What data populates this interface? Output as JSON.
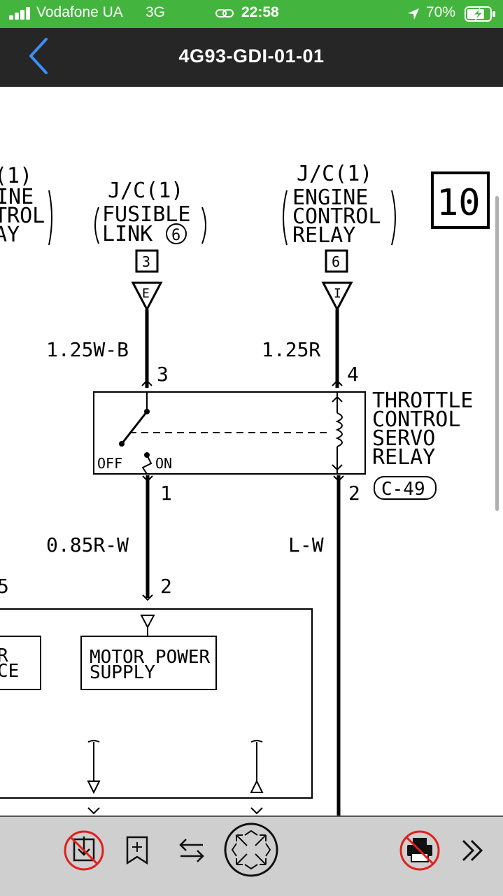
{
  "status_bar": {
    "carrier": "Vodafone UA",
    "network": "3G",
    "time": "22:58",
    "battery": "70%"
  },
  "nav": {
    "title": "4G93-GDI-01-01"
  },
  "diagram": {
    "page_number": "10",
    "left_label_line1": "(1)",
    "left_label_line2": "INE",
    "left_label_line3": "TROL",
    "left_label_line4": "AY",
    "fusible_line1": "J/C(1)",
    "fusible_line2": "FUSIBLE",
    "fusible_line3": "LINK",
    "fusible_num": "6",
    "relay_line1": "J/C(1)",
    "relay_line2": "ENGINE",
    "relay_line3": "CONTROL",
    "relay_line4": "RELAY",
    "connector_left": "3",
    "connector_right": "6",
    "terminal_left_letter": "E",
    "terminal_right_letter": "I",
    "wire_left_top": "1.25W-B",
    "wire_right_top": "1.25R",
    "pin_3": "3",
    "pin_4": "4",
    "pin_1": "1",
    "pin_2_relay": "2",
    "pin_2_lower": "2",
    "pin_5": "5",
    "switch_off": "OFF",
    "switch_on": "ON",
    "relay_name_line1": "THROTTLE",
    "relay_name_line2": "CONTROL",
    "relay_name_line3": "SERVO",
    "relay_name_line4": "RELAY",
    "connector_id": "C-49",
    "wire_left_mid": "0.85R-W",
    "wire_right_mid": "L-W",
    "motor_line1": "MOTOR POWER",
    "motor_line2": "SUPPLY",
    "left_box_line1": "R",
    "left_box_line2": "CE"
  },
  "toolbar": {
    "buttons": [
      "download",
      "bookmark",
      "swap",
      "fullscreen",
      "print",
      "more"
    ]
  },
  "colors": {
    "status_green": "#43b53e",
    "nav_dark": "#262626",
    "back_blue": "#3b8ff5",
    "toolbar_gray": "#cfcfcf",
    "disabled_red": "#e0201a"
  }
}
